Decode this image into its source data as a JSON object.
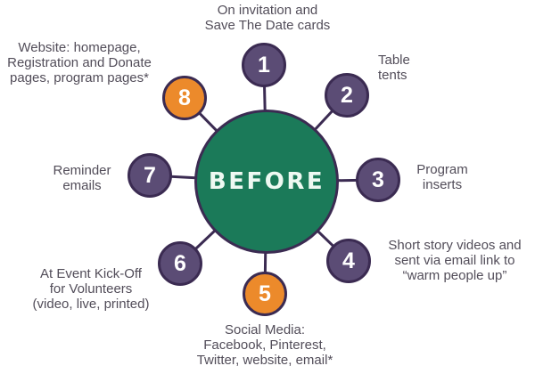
{
  "center": {
    "label": "BEFORE",
    "fill_color": "#1b7a59",
    "outline_color": "#3b2b52",
    "text_color": "#eef9f2"
  },
  "palette": {
    "node_purple": "#5b4c75",
    "node_orange": "#ec8a2b",
    "outline": "#3b2b52",
    "label_text": "#524d59",
    "background": "#ffffff"
  },
  "nodes": [
    {
      "number": "1",
      "color": "purple",
      "label": "On invitation and\nSave The Date cards"
    },
    {
      "number": "2",
      "color": "purple",
      "label": "Table\ntents"
    },
    {
      "number": "3",
      "color": "purple",
      "label": "Program\ninserts"
    },
    {
      "number": "4",
      "color": "purple",
      "label": "Short story videos and\nsent via email link to\n“warm people up”"
    },
    {
      "number": "5",
      "color": "orange",
      "label": "Social Media:\nFacebook, Pinterest,\nTwitter, website, email*"
    },
    {
      "number": "6",
      "color": "purple",
      "label": "At Event Kick-Off\nfor Volunteers\n(video, live, printed)"
    },
    {
      "number": "7",
      "color": "purple",
      "label": "Reminder\nemails"
    },
    {
      "number": "8",
      "color": "orange",
      "label": "Website: homepage,\nRegistration and Donate\npages, program pages*"
    }
  ]
}
